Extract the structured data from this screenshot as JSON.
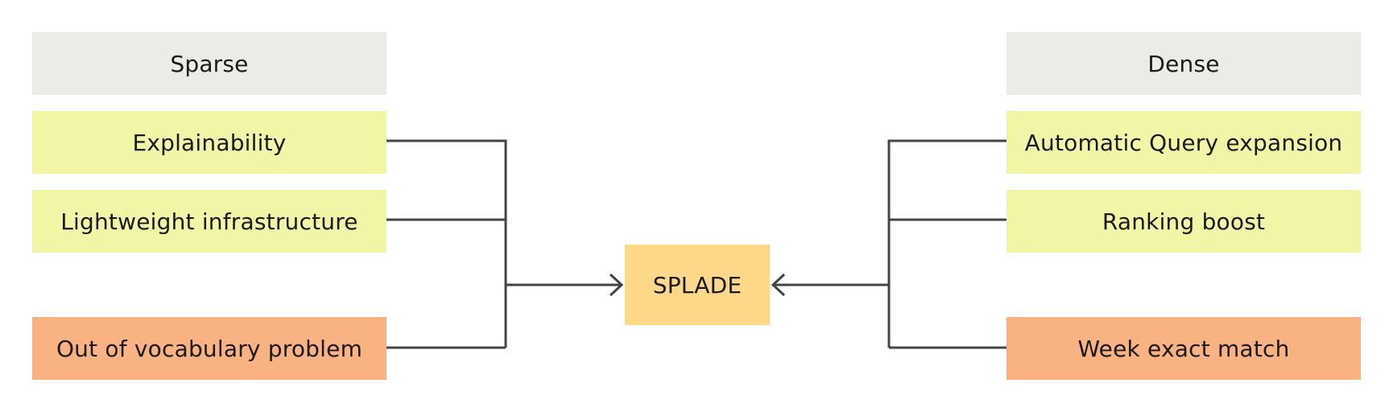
{
  "left": {
    "header": "Sparse",
    "items": [
      "Explainability",
      "Lightweight infrastructure",
      "Out of vocabulary problem"
    ]
  },
  "right": {
    "header": "Dense",
    "items": [
      "Automatic Query expansion",
      "Ranking boost",
      "Week exact match"
    ]
  },
  "center": {
    "label": "SPLADE"
  },
  "colors": {
    "header_fill": "#ecebe8",
    "advantage_fill": "#f1f5a6",
    "limitation_fill": "#f9b282",
    "center_fill": "#fdd888",
    "connector_stroke": "#444444"
  }
}
